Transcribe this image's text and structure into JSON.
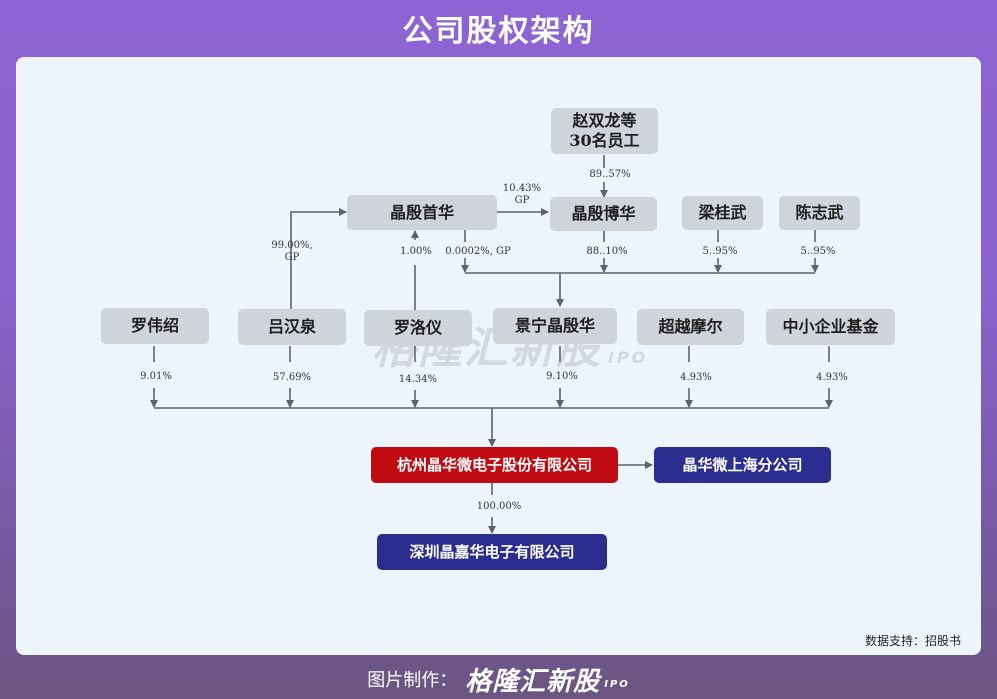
{
  "header": {
    "title": "公司股权架构"
  },
  "colors": {
    "issuer": "#c10b12",
    "subsidiary": "#2b2e8e",
    "shareholder": "#cfd4da",
    "line": "#5f6368"
  },
  "nodes": {
    "zhao": "赵双龙等\n30名员工",
    "jingyin_shouhua": "晶殷首华",
    "jingyin_bohua": "晶殷博华",
    "liang": "梁桂武",
    "chen": "陈志武",
    "luo_weishao": "罗伟绍",
    "lv_hanquan": "吕汉泉",
    "luo_luoyi": "罗洛仪",
    "jingning": "景宁晶殷华",
    "chaoyue": "超越摩尔",
    "zhongxiao": "中小企业基金",
    "company": "杭州晶华微电子股份有限公司",
    "shanghai": "晶华微上海分公司",
    "shenzhen": "深圳晶嘉华电子有限公司"
  },
  "edges": {
    "zhao_to_bohua": "89..57%",
    "shouhua_to_bohua": "10.43%\nGP",
    "lv_to_shouhua": "99.00%,\nGP",
    "luo_luoyi_to_shouhua": "1.00%",
    "shouhua_to_jingning": "0.0002%, GP",
    "bohua_to_jingning": "88..10%",
    "liang_to_jingning": "5..95%",
    "chen_to_jingning": "5..95%",
    "luo_weishao_to_company": "9.01%",
    "lv_to_company": "57.69%",
    "luo_luoyi_to_company": "14.34%",
    "jingning_to_company": "9.10%",
    "chaoyue_to_company": "4.93%",
    "zhongxiao_to_company": "4.93%",
    "company_to_shenzhen": "100.00%"
  },
  "watermark": {
    "brand": "格隆汇新股",
    "suffix": "IPO"
  },
  "source": "数据支持：招股书",
  "footer": {
    "label": "图片制作：",
    "brand": "格隆汇新股",
    "suffix": "IPO"
  }
}
